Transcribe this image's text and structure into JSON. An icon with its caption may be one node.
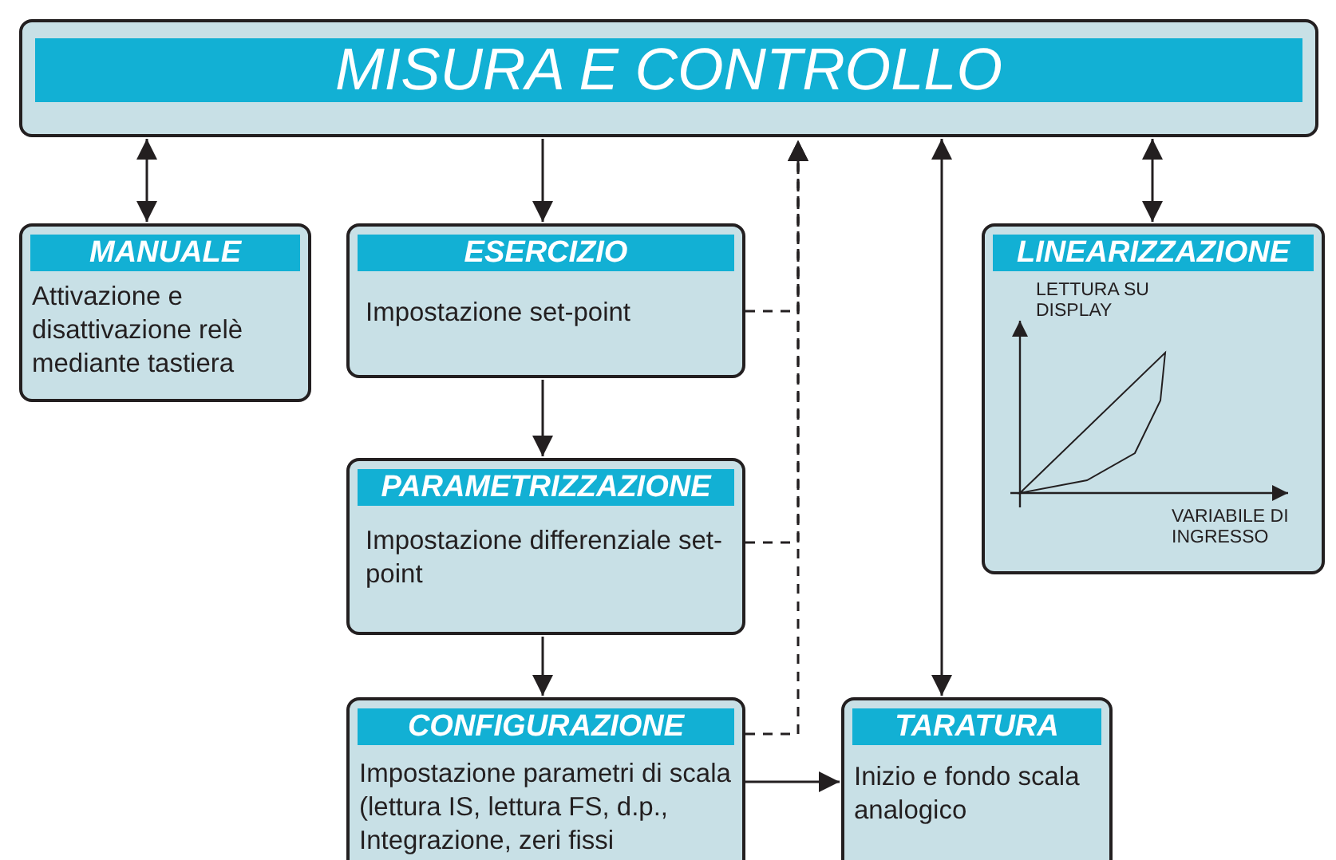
{
  "diagram": {
    "nodes": [
      {
        "text": [
          "MISURA E CONTROLLO"
        ]
      },
      {
        "text": [
          "MANUALE",
          "Attivazione e disattivazione relè mediante tastiera"
        ]
      },
      {
        "text": [
          "ESERCIZIO",
          "Impostazione set-point"
        ]
      },
      {
        "text": [
          "LINEARIZZAZIONE",
          "LETTURA SU DISPLAY",
          "VARIABILE DI INGRESSO"
        ]
      },
      {
        "text": [
          "PARAMETRIZZAZIONE",
          "Impostazione differenziale set-point"
        ]
      },
      {
        "text": [
          "CONFIGURAZIONE",
          "Impostazione parametri di scala (lettura IS, lettura FS, d.p., Integrazione, zeri fissi"
        ]
      },
      {
        "text": [
          "TARATURA",
          "Inizio e fondo scala analogico"
        ]
      }
    ],
    "edges": [
      {
        "from": 0,
        "to": 1,
        "arrow": "both"
      },
      {
        "from": 0,
        "to": 2,
        "arrow": "to"
      },
      {
        "from": 2,
        "to": 4,
        "arrow": "to"
      },
      {
        "from": 4,
        "to": 5,
        "arrow": "to"
      },
      {
        "from": 5,
        "to": 6,
        "arrow": "to"
      },
      {
        "from": 0,
        "to": 6,
        "arrow": "both"
      },
      {
        "from": 0,
        "to": 3,
        "arrow": "both"
      },
      {
        "from": 2,
        "to": 0,
        "arrow": "to",
        "style": "dashed"
      },
      {
        "from": 4,
        "to": 0,
        "arrow": "to",
        "style": "dashed"
      },
      {
        "from": 5,
        "to": 0,
        "arrow": "to",
        "style": "dashed"
      }
    ]
  }
}
